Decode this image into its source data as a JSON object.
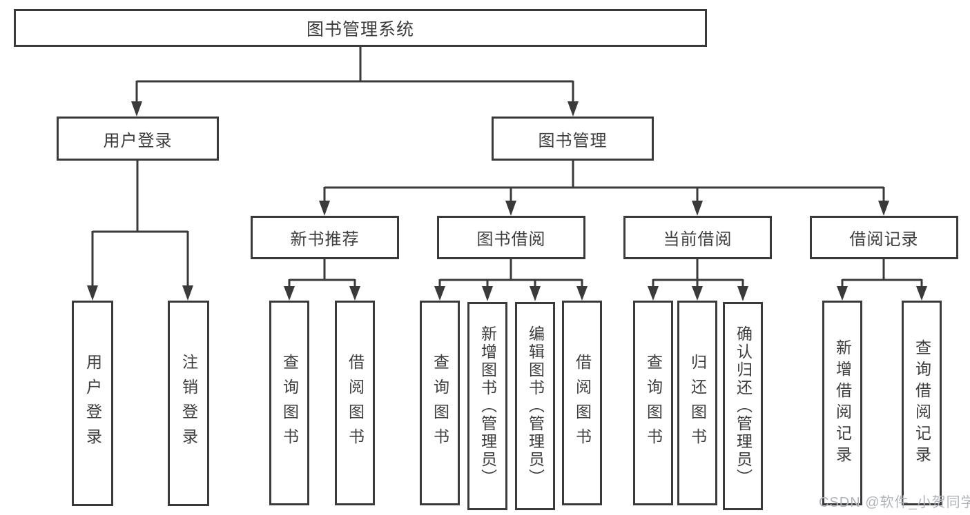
{
  "root": {
    "label": "图书管理系统"
  },
  "level2": [
    {
      "label": "用户登录"
    },
    {
      "label": "图书管理"
    }
  ],
  "level3": [
    {
      "label": "新书推荐"
    },
    {
      "label": "图书借阅"
    },
    {
      "label": "当前借阅"
    },
    {
      "label": "借阅记录"
    }
  ],
  "leaves": {
    "user_login": [
      {
        "label": "用户登录"
      },
      {
        "label": "注销登录"
      }
    ],
    "new_book_recommend": [
      {
        "label": "查询图书"
      },
      {
        "label": "借阅图书"
      }
    ],
    "book_borrow": [
      {
        "label": "查询图书"
      },
      {
        "label": "新增图书（管理员）"
      },
      {
        "label": "编辑图书（管理员）"
      },
      {
        "label": "借阅图书"
      }
    ],
    "current_borrow": [
      {
        "label": "查询图书"
      },
      {
        "label": "归还图书"
      },
      {
        "label": "确认归还（管理员）"
      }
    ],
    "borrow_record": [
      {
        "label": "新增借阅记录"
      },
      {
        "label": "查询借阅记录"
      }
    ]
  },
  "watermark": {
    "text": "CSDN @软件_小贺同学",
    "color": "#b0b4ba"
  },
  "colors": {
    "line": "#3a3a3a",
    "box_border": "#3a3a3a",
    "text": "#3d3d3d",
    "background": "#ffffff"
  }
}
